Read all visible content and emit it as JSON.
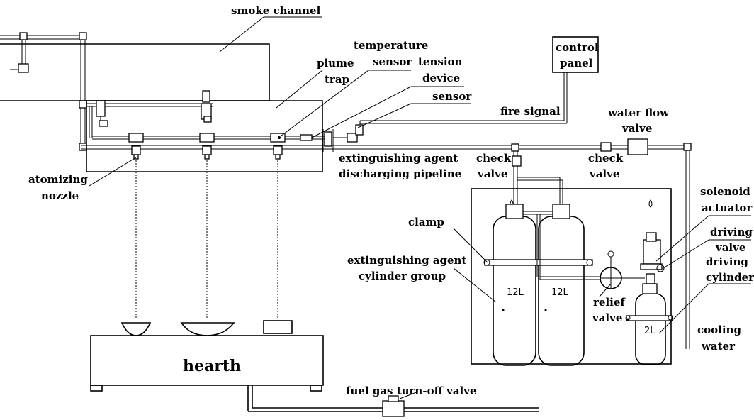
{
  "labels": {
    "smoke_channel": "smoke channel",
    "temperature_sensor_1": "temperature",
    "temperature_sensor_2": "sensor",
    "plume_trap_1": "plume",
    "plume_trap_2": "trap",
    "tension_device_1": "tension",
    "tension_device_2": "device",
    "sensor": "sensor",
    "control_panel_1": "control",
    "control_panel_2": "panel",
    "fire_signal": "fire signal",
    "water_flow_valve_1": "water flow",
    "water_flow_valve_2": "valve",
    "atomizing_nozzle_1": "atomizing",
    "atomizing_nozzle_2": "nozzle",
    "discharging_pipeline_1": "extinguishing agent",
    "discharging_pipeline_2": "discharging pipeline",
    "check_valve_a_1": "check",
    "check_valve_a_2": "valve",
    "check_valve_b_1": "check",
    "check_valve_b_2": "valve",
    "solenoid_actuator_1": "solenoid",
    "solenoid_actuator_2": "actuator",
    "driving_valve_1": "driving",
    "driving_valve_2": "valve",
    "driving_cylinder_1": "driving",
    "driving_cylinder_2": "cylinder",
    "clamp": "clamp",
    "cylinder_group_1": "extinguishing agent",
    "cylinder_group_2": "cylinder group",
    "relief_valve_1": "relief",
    "relief_valve_2": "valve",
    "cooling_water_1": "cooling",
    "cooling_water_2": "water",
    "hearth": "hearth",
    "fuel_gas_valve": "fuel gas turn-off valve",
    "cyl_left": "12L",
    "cyl_right": "12L",
    "cyl_small": "2L"
  }
}
